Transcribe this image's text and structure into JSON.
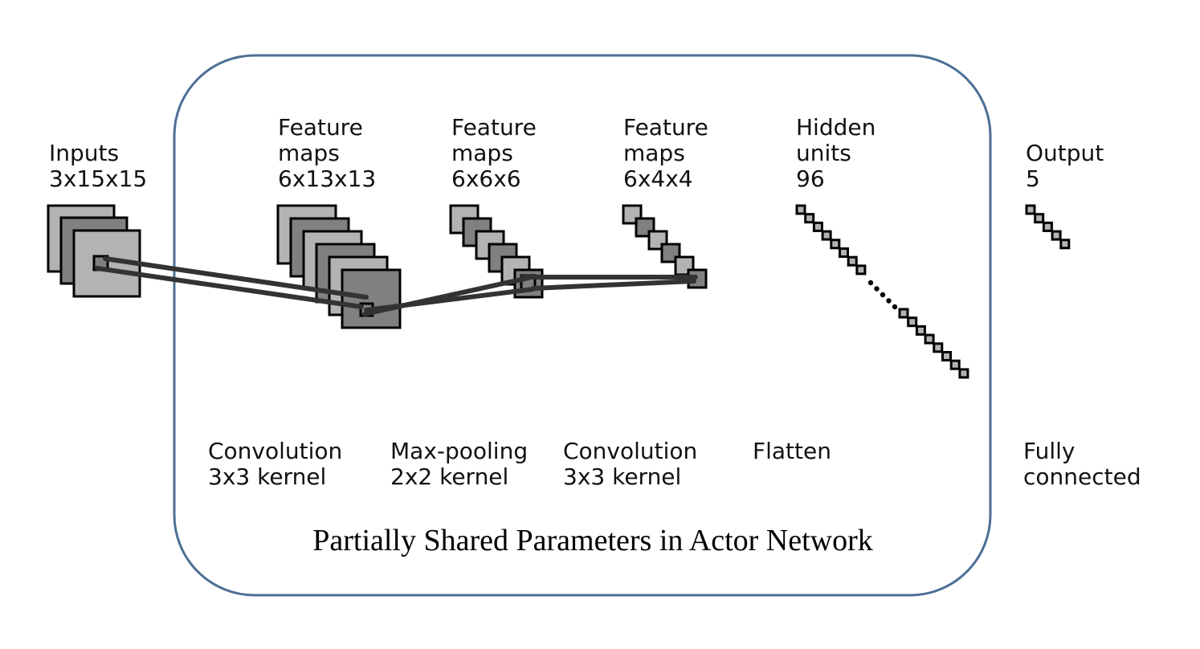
{
  "layers": [
    {
      "line1": "Inputs",
      "line2": "3x15x15",
      "line3": ""
    },
    {
      "line1": "Feature",
      "line2": "maps",
      "line3": "6x13x13"
    },
    {
      "line1": "Feature",
      "line2": "maps",
      "line3": "6x6x6"
    },
    {
      "line1": "Feature",
      "line2": "maps",
      "line3": "6x4x4"
    },
    {
      "line1": "Hidden",
      "line2": "units",
      "line3": "96"
    },
    {
      "line1": "Output",
      "line2": "5",
      "line3": ""
    }
  ],
  "operations": [
    {
      "line1": "Convolution",
      "line2": "3x3 kernel"
    },
    {
      "line1": "Max-pooling",
      "line2": "2x2 kernel"
    },
    {
      "line1": "Convolution",
      "line2": "3x3 kernel"
    },
    {
      "line1": "Flatten",
      "line2": ""
    },
    {
      "line1": "Fully",
      "line2": "connected"
    }
  ],
  "caption": "Partially Shared Parameters in Actor Network",
  "colors": {
    "frame": "#4d6f96",
    "light_map": "#b3b3b3",
    "dark_map": "#808080",
    "connector": "#333333",
    "outline": "#000000"
  }
}
